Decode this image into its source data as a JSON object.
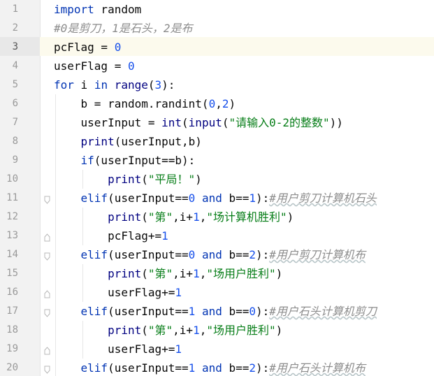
{
  "editor": {
    "language": "python",
    "active_line_number": "3",
    "lines": [
      {
        "number": "1",
        "code": [
          {
            "t": "import",
            "c": "kw"
          },
          {
            "t": " random",
            "c": ""
          }
        ]
      },
      {
        "number": "2",
        "code": [
          {
            "t": "#0是剪刀，1是石头，2是布",
            "c": "cm"
          }
        ]
      },
      {
        "number": "3",
        "code": [
          {
            "t": "pcFlag = ",
            "c": ""
          },
          {
            "t": "0",
            "c": "num"
          }
        ]
      },
      {
        "number": "4",
        "code": [
          {
            "t": "userFlag = ",
            "c": ""
          },
          {
            "t": "0",
            "c": "num"
          }
        ]
      },
      {
        "number": "5",
        "code": [
          {
            "t": "for",
            "c": "kw"
          },
          {
            "t": " i ",
            "c": ""
          },
          {
            "t": "in",
            "c": "kw"
          },
          {
            "t": " ",
            "c": ""
          },
          {
            "t": "range",
            "c": "bi"
          },
          {
            "t": "(",
            "c": ""
          },
          {
            "t": "3",
            "c": "num"
          },
          {
            "t": "):",
            "c": ""
          }
        ]
      },
      {
        "number": "6",
        "code": [
          {
            "t": "    b = random.randint(",
            "c": ""
          },
          {
            "t": "0",
            "c": "num"
          },
          {
            "t": ",",
            "c": ""
          },
          {
            "t": "2",
            "c": "num"
          },
          {
            "t": ")",
            "c": ""
          }
        ]
      },
      {
        "number": "7",
        "code": [
          {
            "t": "    userInput = ",
            "c": ""
          },
          {
            "t": "int",
            "c": "bi"
          },
          {
            "t": "(",
            "c": ""
          },
          {
            "t": "input",
            "c": "bi"
          },
          {
            "t": "(",
            "c": ""
          },
          {
            "t": "\"请输入0-2的整数\"",
            "c": "str"
          },
          {
            "t": "))",
            "c": ""
          }
        ]
      },
      {
        "number": "8",
        "code": [
          {
            "t": "    ",
            "c": ""
          },
          {
            "t": "print",
            "c": "bi"
          },
          {
            "t": "(userInput,b)",
            "c": ""
          }
        ]
      },
      {
        "number": "9",
        "code": [
          {
            "t": "    ",
            "c": ""
          },
          {
            "t": "if",
            "c": "kw"
          },
          {
            "t": "(userInput==b):",
            "c": ""
          }
        ]
      },
      {
        "number": "10",
        "code": [
          {
            "t": "        ",
            "c": ""
          },
          {
            "t": "print",
            "c": "bi"
          },
          {
            "t": "(",
            "c": ""
          },
          {
            "t": "\"平局！\"",
            "c": "str"
          },
          {
            "t": ")",
            "c": ""
          }
        ]
      },
      {
        "number": "11",
        "code": [
          {
            "t": "    ",
            "c": ""
          },
          {
            "t": "elif",
            "c": "kw"
          },
          {
            "t": "(userInput==",
            "c": ""
          },
          {
            "t": "0",
            "c": "num"
          },
          {
            "t": " ",
            "c": ""
          },
          {
            "t": "and",
            "c": "kw"
          },
          {
            "t": " b==",
            "c": ""
          },
          {
            "t": "1",
            "c": "num"
          },
          {
            "t": "):",
            "c": ""
          },
          {
            "t": "#用户剪刀计算机石头",
            "c": "cm typo"
          }
        ]
      },
      {
        "number": "12",
        "code": [
          {
            "t": "        ",
            "c": ""
          },
          {
            "t": "print",
            "c": "bi"
          },
          {
            "t": "(",
            "c": ""
          },
          {
            "t": "\"第\"",
            "c": "str"
          },
          {
            "t": ",i+",
            "c": ""
          },
          {
            "t": "1",
            "c": "num"
          },
          {
            "t": ",",
            "c": ""
          },
          {
            "t": "\"场计算机胜利\"",
            "c": "str"
          },
          {
            "t": ")",
            "c": ""
          }
        ]
      },
      {
        "number": "13",
        "code": [
          {
            "t": "        pcFlag+=",
            "c": ""
          },
          {
            "t": "1",
            "c": "num"
          }
        ]
      },
      {
        "number": "14",
        "code": [
          {
            "t": "    ",
            "c": ""
          },
          {
            "t": "elif",
            "c": "kw"
          },
          {
            "t": "(userInput==",
            "c": ""
          },
          {
            "t": "0",
            "c": "num"
          },
          {
            "t": " ",
            "c": ""
          },
          {
            "t": "and",
            "c": "kw"
          },
          {
            "t": " b==",
            "c": ""
          },
          {
            "t": "2",
            "c": "num"
          },
          {
            "t": "):",
            "c": ""
          },
          {
            "t": "#用户剪刀计算机布",
            "c": "cm typo"
          }
        ]
      },
      {
        "number": "15",
        "code": [
          {
            "t": "        ",
            "c": ""
          },
          {
            "t": "print",
            "c": "bi"
          },
          {
            "t": "(",
            "c": ""
          },
          {
            "t": "\"第\"",
            "c": "str"
          },
          {
            "t": ",i+",
            "c": ""
          },
          {
            "t": "1",
            "c": "num"
          },
          {
            "t": ",",
            "c": ""
          },
          {
            "t": "\"场用户胜利\"",
            "c": "str"
          },
          {
            "t": ")",
            "c": ""
          }
        ]
      },
      {
        "number": "16",
        "code": [
          {
            "t": "        userFlag+=",
            "c": ""
          },
          {
            "t": "1",
            "c": "num"
          }
        ]
      },
      {
        "number": "17",
        "code": [
          {
            "t": "    ",
            "c": ""
          },
          {
            "t": "elif",
            "c": "kw"
          },
          {
            "t": "(userInput==",
            "c": ""
          },
          {
            "t": "1",
            "c": "num"
          },
          {
            "t": " ",
            "c": ""
          },
          {
            "t": "and",
            "c": "kw"
          },
          {
            "t": " b==",
            "c": ""
          },
          {
            "t": "0",
            "c": "num"
          },
          {
            "t": "):",
            "c": ""
          },
          {
            "t": "#用户石头计算机剪刀",
            "c": "cm typo"
          }
        ]
      },
      {
        "number": "18",
        "code": [
          {
            "t": "        ",
            "c": ""
          },
          {
            "t": "print",
            "c": "bi"
          },
          {
            "t": "(",
            "c": ""
          },
          {
            "t": "\"第\"",
            "c": "str"
          },
          {
            "t": ",i+",
            "c": ""
          },
          {
            "t": "1",
            "c": "num"
          },
          {
            "t": ",",
            "c": ""
          },
          {
            "t": "\"场用户胜利\"",
            "c": "str"
          },
          {
            "t": ")",
            "c": ""
          }
        ]
      },
      {
        "number": "19",
        "code": [
          {
            "t": "        userFlag+=",
            "c": ""
          },
          {
            "t": "1",
            "c": "num"
          }
        ]
      },
      {
        "number": "20",
        "code": [
          {
            "t": "    ",
            "c": ""
          },
          {
            "t": "elif",
            "c": "kw"
          },
          {
            "t": "(userInput==",
            "c": ""
          },
          {
            "t": "1",
            "c": "num"
          },
          {
            "t": " ",
            "c": ""
          },
          {
            "t": "and",
            "c": "kw"
          },
          {
            "t": " b==",
            "c": ""
          },
          {
            "t": "2",
            "c": "num"
          },
          {
            "t": "):",
            "c": ""
          },
          {
            "t": "#用户石头计算机布",
            "c": "cm typo"
          }
        ]
      }
    ],
    "fold_markers": [
      {
        "line": "11",
        "icon": "fold-arrow-icon"
      },
      {
        "line": "13",
        "icon": "fold-end-icon"
      },
      {
        "line": "14",
        "icon": "fold-arrow-icon"
      },
      {
        "line": "16",
        "icon": "fold-end-icon"
      },
      {
        "line": "17",
        "icon": "fold-arrow-icon"
      },
      {
        "line": "19",
        "icon": "fold-end-icon"
      },
      {
        "line": "20",
        "icon": "fold-arrow-icon"
      }
    ],
    "colors": {
      "keyword": "#0033b3",
      "builtin": "#000080",
      "number": "#1750eb",
      "string": "#067d17",
      "comment": "#8c8c8c",
      "caret_line": "#fcfaed",
      "gutter": "#f2f2f2"
    }
  }
}
